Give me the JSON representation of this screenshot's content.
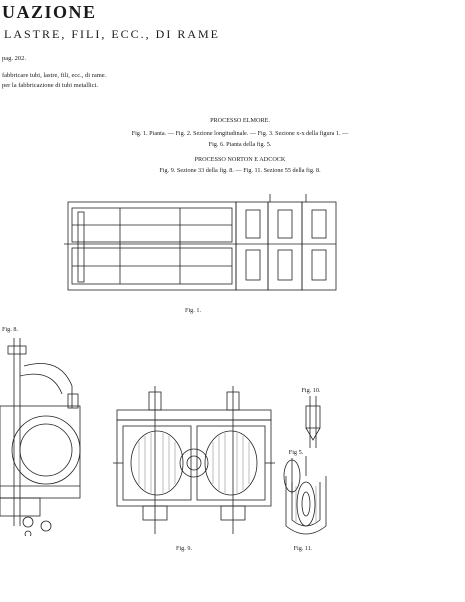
{
  "header": {
    "title": "UAZIONE",
    "subtitle": "LASTRE, FILI, ECC., DI RAME"
  },
  "notes": [
    "pag. 202.",
    "fabbricare tubi, lastre, fili, ecc., di rame.",
    "per la fabbricazione di tubi metallici."
  ],
  "captions": {
    "elmore_heading": "PROCESSO ELMORE.",
    "elmore_line1": "Fig. 1. Pianta. — Fig. 2. Sezione longitudinale. — Fig. 3. Sezione x-x della figura 1. —",
    "elmore_line2": "Fig. 6. Pianta della fig. 5.",
    "norton_heading": "PROCESSO NORTON E ADCOCK",
    "norton_line1": "Fig. 9. Sezione 33 della fig. 8. — Fig. 11. Sezione 55 della fig. 8."
  },
  "figure_labels": {
    "fig1": "Fig. 1.",
    "fig8": "Fig. 8.",
    "fig9": "Fig. 9.",
    "fig10": "Fig. 10.",
    "fig11": "Fig. 11.",
    "fig5": "Fig 5."
  }
}
